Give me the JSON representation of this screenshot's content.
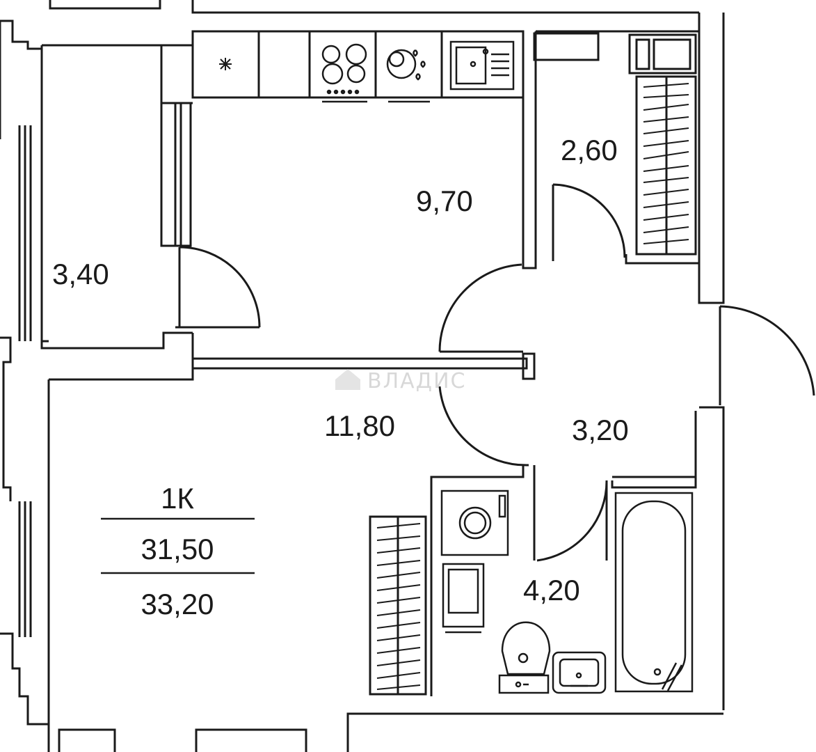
{
  "plan": {
    "rooms": [
      {
        "id": "loggia",
        "area": "3,40"
      },
      {
        "id": "kitchen",
        "area": "9,70"
      },
      {
        "id": "wardrobe",
        "area": "2,60"
      },
      {
        "id": "living-room",
        "area": "11,80"
      },
      {
        "id": "hallway",
        "area": "3,20"
      },
      {
        "id": "bathroom",
        "area": "4,20"
      }
    ],
    "summary": {
      "type": "1К",
      "living_area": "31,50",
      "total_area": "33,20"
    },
    "watermark": "ВЛАДИС"
  },
  "colors": {
    "line": "#1a1a1a",
    "background": "#ffffff",
    "watermark": "#d8d8d8"
  }
}
